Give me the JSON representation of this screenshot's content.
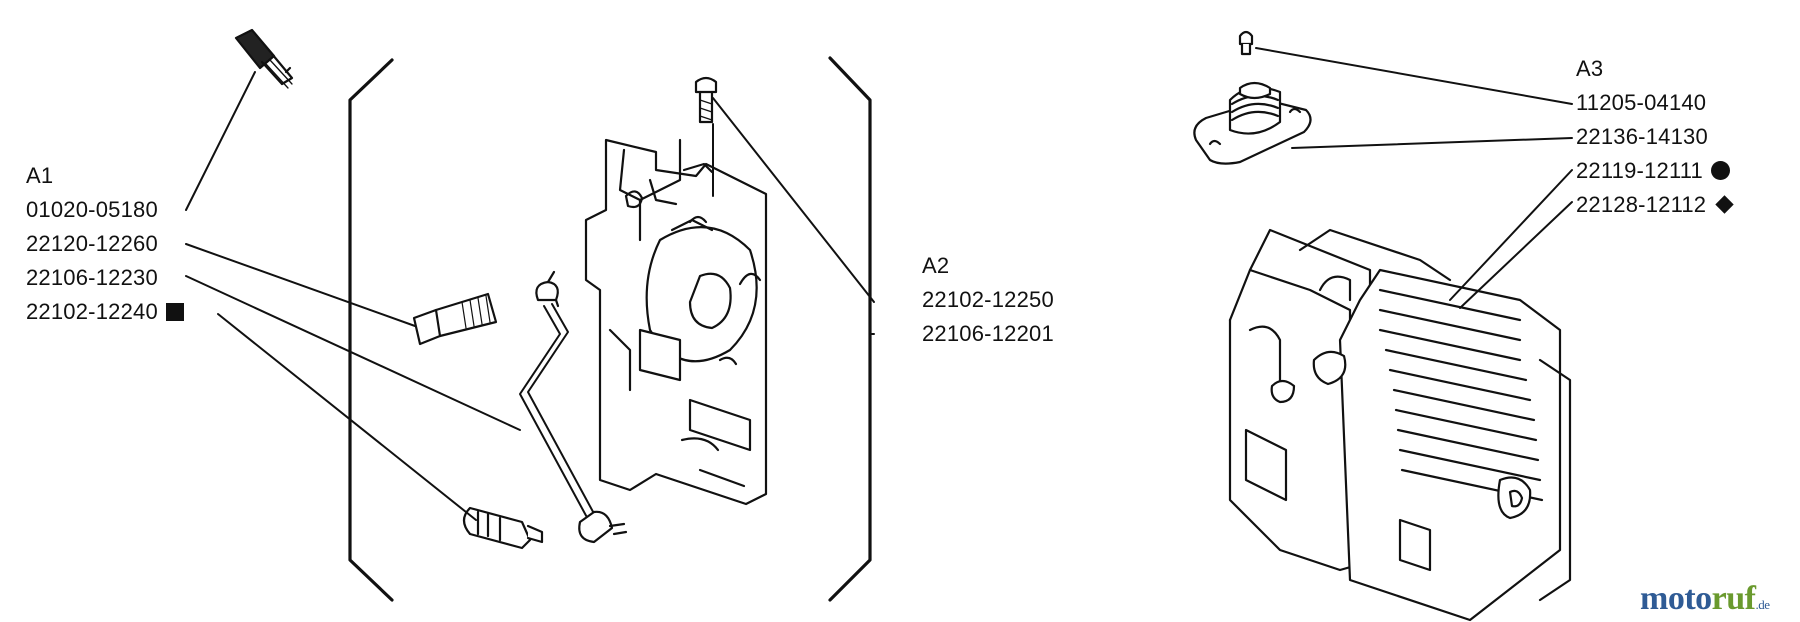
{
  "groups": [
    {
      "id": "A1",
      "items": [
        {
          "part": "01020-05180",
          "mark": ""
        },
        {
          "part": "22120-12260",
          "mark": ""
        },
        {
          "part": "22106-12230",
          "mark": ""
        },
        {
          "part": "22102-12240",
          "mark": "square"
        }
      ]
    },
    {
      "id": "A2",
      "items": [
        {
          "part": "22102-12250",
          "mark": ""
        },
        {
          "part": "22106-12201",
          "mark": ""
        }
      ]
    },
    {
      "id": "A3",
      "items": [
        {
          "part": "11205-04140",
          "mark": ""
        },
        {
          "part": "22136-14130",
          "mark": ""
        },
        {
          "part": "22119-12111",
          "mark": "circle"
        },
        {
          "part": "22128-12112",
          "mark": "diamond"
        }
      ]
    }
  ],
  "brand": {
    "part1": "moto",
    "part2": "ruf",
    "suffix": ".de"
  }
}
